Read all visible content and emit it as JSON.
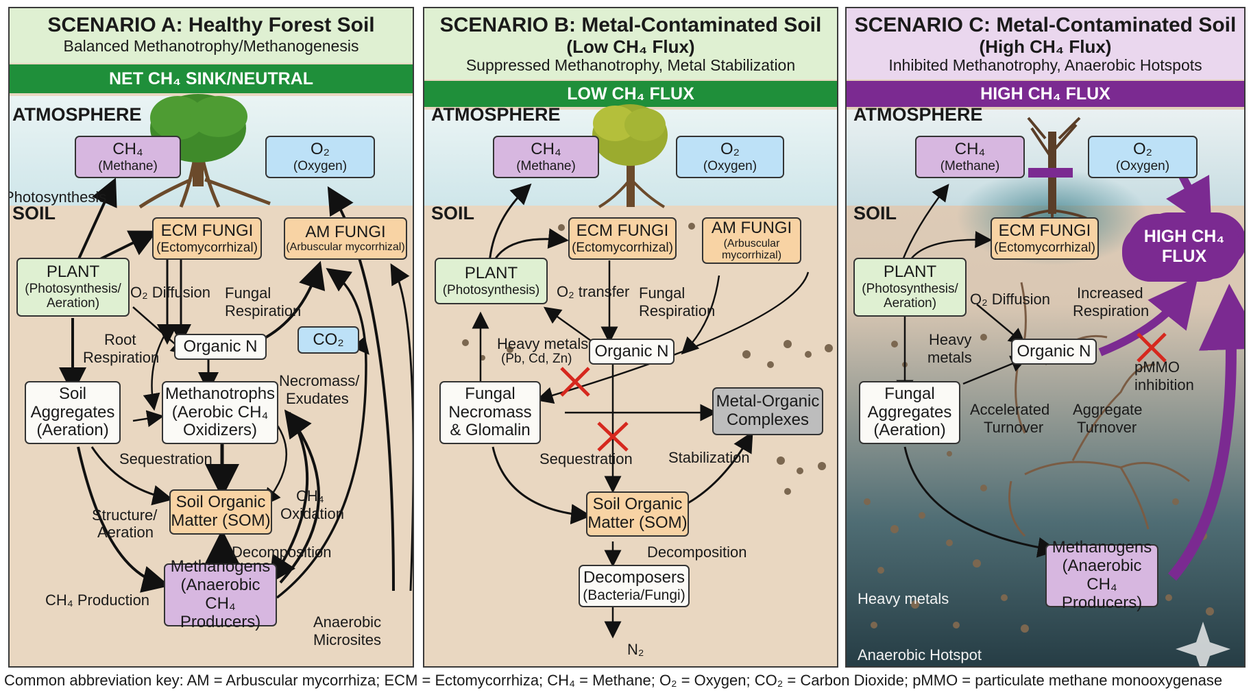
{
  "colors": {
    "green_band": "#1f8f3a",
    "purple_band": "#7b2a91",
    "box_purple": "#d7b7e0",
    "box_blue": "#bde1f7",
    "box_orange": "#f8d3a4",
    "box_green": "#dff0d2"
  },
  "icons": [
    "tree-icon",
    "sparkle-icon"
  ],
  "panelA": {
    "title": "SCENARIO A: Healthy Forest Soil",
    "subtitle": "Balanced Methanotrophy/Methanogenesis",
    "band": "NET CH₄ SINK/NEUTRAL",
    "atmosphere": "ATMOSPHERE",
    "soil": "SOIL",
    "ch4": {
      "main": "CH₄",
      "sub": "(Methane)"
    },
    "o2": {
      "main": "O₂",
      "sub": "(Oxygen)"
    },
    "ecm": {
      "main": "ECM FUNGI",
      "sub": "(Ectomycorrhizal)"
    },
    "am": {
      "main": "AM FUNGI",
      "sub": "(Arbuscular mycorrhizal)"
    },
    "plant": {
      "main": "PLANT",
      "sub1": "(Photosynthesis/",
      "sub2": "Aeration)"
    },
    "organic_n": "Organic N",
    "co2": "CO₂",
    "aggregates": {
      "l1": "Soil",
      "l2": "Aggregates",
      "l3": "(Aeration)"
    },
    "methanotrophs": {
      "l1": "Methanotrophs",
      "l2": "(Aerobic CH₄",
      "l3": "Oxidizers)"
    },
    "som": {
      "l1": "Soil Organic",
      "l2": "Matter (SOM)"
    },
    "methanogens": {
      "l1": "Methanogens",
      "l2": "(Anaerobic CH₄",
      "l3": "Producers)"
    },
    "t_photosynthesis": "Photosynthesis",
    "t_o2_diffusion": "O₂ Diffusion",
    "t_fungal": "Fungal",
    "t_respiration": "Respiration",
    "t_root": "Root",
    "t_root_resp": "Respiration",
    "t_necromass": "Necromass/",
    "t_exudates": "Exudates",
    "t_sequestration": "Sequestration",
    "t_structure": "Structure/",
    "t_aeration": "Aeration",
    "t_ch4": "CH₄",
    "t_oxidation": "Oxidation",
    "t_decomposition": "Decomposition",
    "t_ch4_production": "CH₄ Production",
    "t_anaerobic": "Anaerobic",
    "t_microsites": "Microsites"
  },
  "panelB": {
    "title": "SCENARIO B: Metal-Contaminated Soil",
    "title2": "(Low CH₄ Flux)",
    "subtitle": "Suppressed Methanotrophy, Metal Stabilization",
    "band": "LOW CH₄ FLUX",
    "atmosphere": "ATMOSPHERE",
    "soil": "SOIL",
    "ch4": {
      "main": "CH₄",
      "sub": "(Methane)"
    },
    "o2": {
      "main": "O₂",
      "sub": "(Oxygen)"
    },
    "ecm": {
      "main": "ECM FUNGI",
      "sub": "(Ectomycorrhizal)"
    },
    "am": {
      "main": "AM FUNGI",
      "sub1": "(Arbuscular",
      "sub2": "mycorrhizal)"
    },
    "plant": {
      "main": "PLANT",
      "sub1": "(Photosynthesis)"
    },
    "organic_n": "Organic N",
    "necromass": {
      "l1": "Fungal",
      "l2": "Necromass",
      "l3": "& Glomalin"
    },
    "metal_organic": {
      "l1": "Metal-Organic",
      "l2": "Complexes"
    },
    "som": {
      "l1": "Soil Organic",
      "l2": "Matter (SOM)"
    },
    "decomposers": {
      "l1": "Decomposers",
      "l2": "(Bacteria/Fungi)"
    },
    "t_o2_transfer": "O₂ transfer",
    "t_fungal": "Fungal",
    "t_respiration": "Respiration",
    "t_heavy_metals": "Heavy metals",
    "t_metals_list": "(Pb, Cd, Zn)",
    "t_sequestration": "Sequestration",
    "t_stabilization": "Stabilization",
    "t_decomposition": "Decomposition",
    "t_n2": "N₂"
  },
  "panelC": {
    "title": "SCENARIO C: Metal-Contaminated Soil",
    "title2": "(High CH₄ Flux)",
    "subtitle": "Inhibited Methanotrophy, Anaerobic Hotspots",
    "band": "HIGH CH₄ FLUX",
    "atmosphere": "ATMOSPHERE",
    "soil": "SOIL",
    "ch4": {
      "main": "CH₄",
      "sub": "(Methane)"
    },
    "o2": {
      "main": "O₂",
      "sub": "(Oxygen)"
    },
    "ecm": {
      "main": "ECM FUNGI",
      "sub": "(Ectomycorrhizal)"
    },
    "cloud1": "HIGH CH₄",
    "cloud2": "FLUX",
    "plant": {
      "main": "PLANT",
      "sub1": "(Photosynthesis/",
      "sub2": "Aeration)"
    },
    "organic_n": "Organic N",
    "aggregates": {
      "l1": "Fungal",
      "l2": "Aggregates",
      "l3": "(Aeration)"
    },
    "methanogens": {
      "l1": "Methanogens",
      "l2": "(Anaerobic CH₄",
      "l3": "Producers)"
    },
    "t_o2_diffusion": "O₂ Diffusion",
    "t_increased": "Increased",
    "t_respiration": "Respiration",
    "t_heavy": "Heavy",
    "t_metals": "metals",
    "t_pmmo": "pMMO",
    "t_inhibition": "inhibition",
    "t_accelerated": "Accelerated",
    "t_turnover1": "Turnover",
    "t_aggregate": "Aggregate",
    "t_turnover2": "Turnover",
    "t_heavy_metals": "Heavy metals",
    "t_hotspot": "Anaerobic Hotspot"
  },
  "footer": "Common abbreviation key: AM = Arbuscular mycorrhiza; ECM = Ectomycorrhiza; CH₄ = Methane; O₂ = Oxygen; CO₂ = Carbon Dioxide; pMMO = particulate methane monooxygenase"
}
